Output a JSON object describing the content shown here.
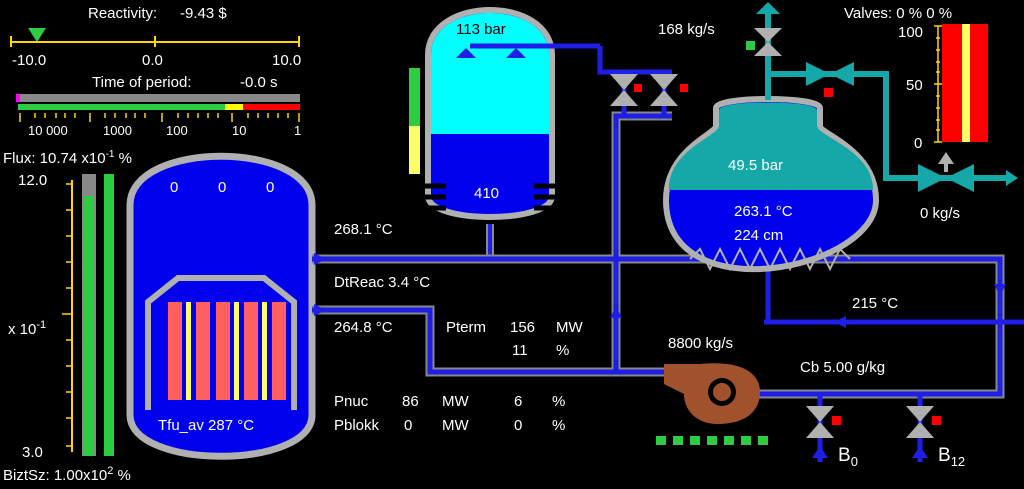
{
  "reactivity": {
    "label": "Reactivity:",
    "value": "-9.43 $",
    "scale": [
      "-10.0",
      "0.0",
      "10.0"
    ]
  },
  "period": {
    "label": "Time of period:",
    "value": "-0.0 s",
    "scale": [
      "10 000",
      "1000",
      "100",
      "10",
      "1"
    ]
  },
  "flux": {
    "label": "Flux: 10.74 x10",
    "exp": "-1",
    "unit": "%",
    "top": "12.0",
    "mid": "x 10",
    "mid_exp": "-1",
    "bottom": "3.0"
  },
  "bizt": {
    "label": "BiztSz: 1.00x10",
    "exp": "2",
    "unit": "%"
  },
  "reactor": {
    "rods": [
      "0",
      "0",
      "0"
    ],
    "tfu": "Tfu_av  287  °C"
  },
  "pressurizer": {
    "pressure": "113  bar",
    "heater": "410"
  },
  "loop": {
    "t_hot": "268.1   °C",
    "dt": "DtReac   3.4    °C",
    "t_cold": "264.8   °C",
    "pterm_label": "Pterm",
    "pterm_value": "156",
    "pterm_unit": "MW",
    "pterm_pct": "11",
    "pct": "%",
    "pnuc_label": "Pnuc",
    "pnuc_value": "86",
    "pnuc_unit": "MW",
    "pnuc_pct": "6",
    "pblokk_label": "Pblokk",
    "pblokk_value": "0",
    "pblokk_unit": "MW",
    "pblokk_pct": "0"
  },
  "pump": {
    "flow": "8800  kg/s"
  },
  "steam_gen": {
    "pressure": "49.5  bar",
    "temp": "263.1   °C",
    "level": "224   cm",
    "feed_temp": "215   °C"
  },
  "steam": {
    "flow": "168   kg/s",
    "out_flow": "0     kg/s"
  },
  "valves": {
    "label": "Valves:  0 %   0 %",
    "scale": [
      "100",
      "50",
      "0"
    ]
  },
  "boron": {
    "label": "Cb   5.00    g/kg",
    "b0": "B",
    "b0_sub": "0",
    "b12": "B",
    "b12_sub": "12"
  },
  "colors": {
    "pipe": "#1e1ee6",
    "vessel": "#0000ee",
    "water": "#00ffff",
    "steam": "#16a8a8",
    "fuel": "#ff5f5f",
    "ok": "#00e040",
    "alarm": "#ff0000"
  }
}
